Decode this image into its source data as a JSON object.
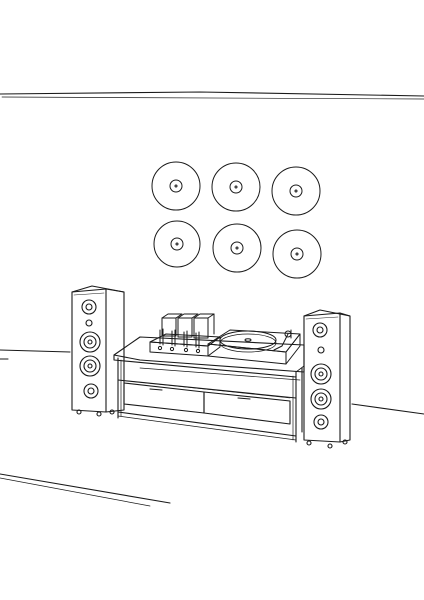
{
  "scene": {
    "subject": "line-art-hifi-setup",
    "colors": {
      "ink": "#1a1a1a",
      "paper": "#ffffff",
      "shade": "#d0d0d0"
    },
    "wall_records": {
      "count": 6,
      "rows": 2,
      "cols": 3
    },
    "speakers": {
      "count": 2,
      "drivers_each": 4
    },
    "amplifier": {
      "tubes": 3
    },
    "cabinet": {
      "drawers": 2
    }
  }
}
